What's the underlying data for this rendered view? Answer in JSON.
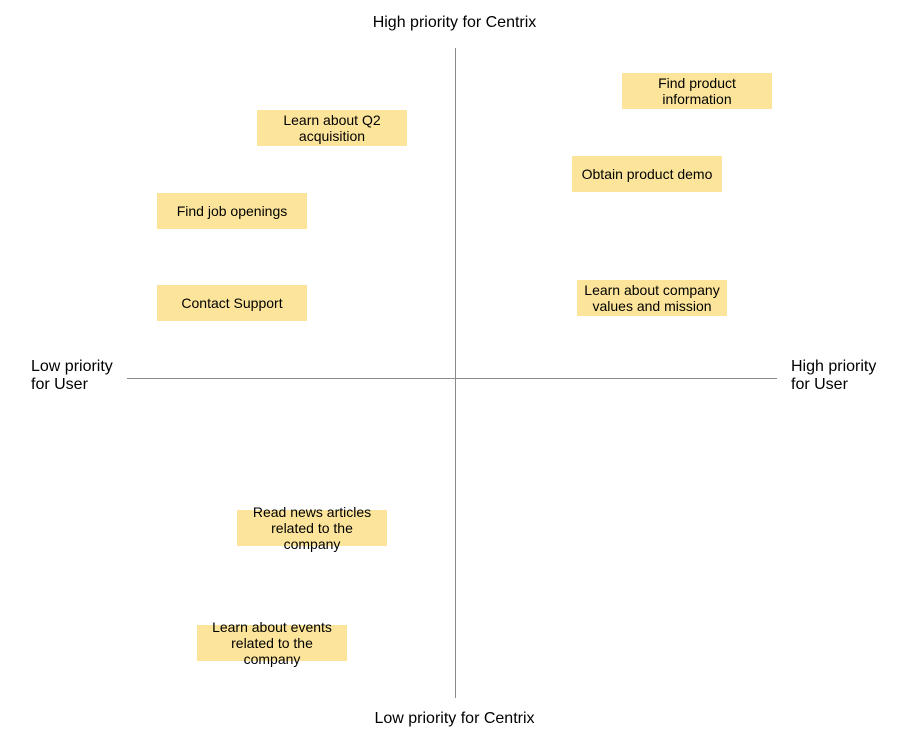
{
  "axes": {
    "top": "High priority for Centrix",
    "bottom": "Low priority for Centrix",
    "left": "Low priority\nfor User",
    "right": "High priority\nfor User"
  },
  "colors": {
    "note_fill": "#fce59b",
    "axis_line": "#8a8a8a"
  },
  "notes": {
    "q2": "Learn about Q2\nacquisition",
    "product_info": "Find product\ninformation",
    "demo": "Obtain product demo",
    "jobs": "Find job openings",
    "support": "Contact Support",
    "values": "Learn about company\nvalues and mission",
    "news": "Read news articles\nrelated to the company",
    "events": "Learn about events\nrelated to the company"
  }
}
